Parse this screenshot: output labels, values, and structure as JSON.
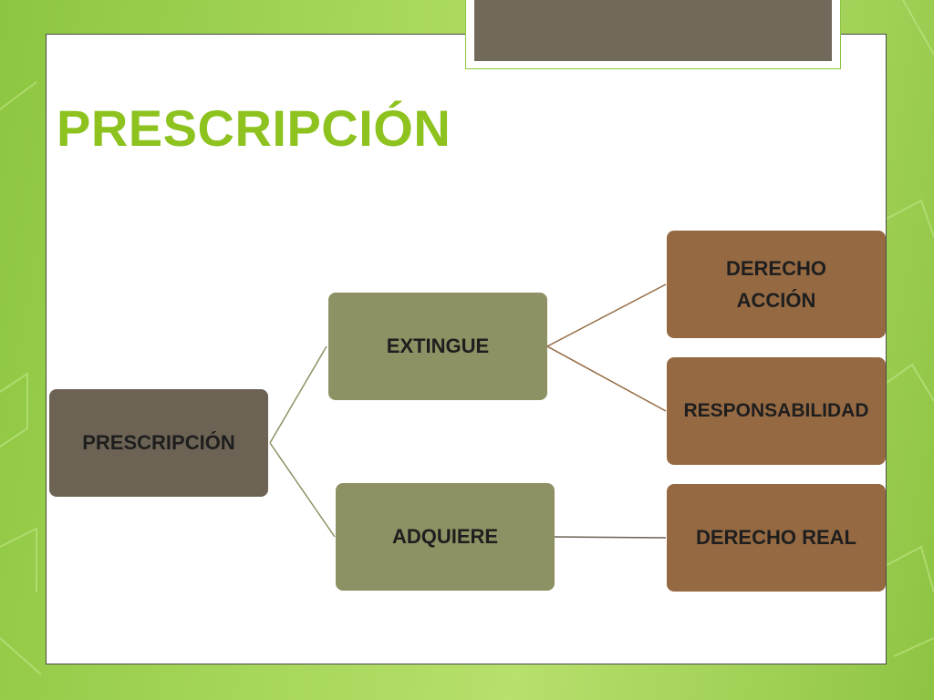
{
  "slide": {
    "title": "PRESCRIPCIÓN"
  },
  "diagram": {
    "root": {
      "label": "PRESCRIPCIÓN"
    },
    "branches": [
      {
        "label": "EXTINGUE",
        "children": [
          {
            "lines": [
              "DERECHO",
              "ACCIÓN"
            ]
          },
          {
            "lines": [
              "RESPONSABILIDAD"
            ]
          }
        ]
      },
      {
        "label": "ADQUIERE",
        "children": [
          {
            "lines": [
              "DERECHO REAL"
            ]
          }
        ]
      }
    ]
  },
  "colors": {
    "background": "#a6d65a",
    "title": "#8dc21f",
    "root_node": "#6c6355",
    "branch_node": "#8e9163",
    "leaf_node": "#956a43",
    "tab_fill": "#71695a",
    "connector": "#8e9163"
  }
}
